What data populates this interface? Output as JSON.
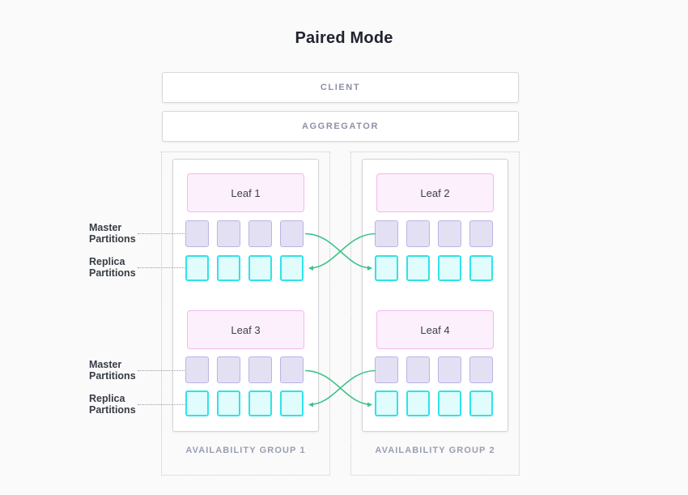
{
  "title": "Paired Mode",
  "tiers": {
    "client": "CLIENT",
    "aggregator": "AGGREGATOR"
  },
  "row_labels": {
    "master": "Master Partitions",
    "replica": "Replica Partitions"
  },
  "groups": [
    {
      "label": "AVAILABILITY GROUP 1",
      "leaves": [
        {
          "name": "Leaf 1"
        },
        {
          "name": "Leaf 3"
        }
      ]
    },
    {
      "label": "AVAILABILITY GROUP 2",
      "leaves": [
        {
          "name": "Leaf 2"
        },
        {
          "name": "Leaf 4"
        }
      ]
    }
  ],
  "partitions_per_row": 4,
  "replication": "master partitions of each leaf replicate to replica partitions of the paired leaf in the other availability group",
  "colors": {
    "background": "#fafafa",
    "box_border": "#d7d7dd",
    "tier_label": "#8d91a6",
    "group_border": "#c8c8cf",
    "group_label": "#9a9eb1",
    "leaf_fill": "#fcf0fc",
    "leaf_border": "#f3b8ef",
    "master_fill": "#e4e0f4",
    "master_border": "#bcb2e6",
    "replica_fill": "#e0fcfc",
    "replica_border": "#2ee3e9",
    "arrow": "#3fc389",
    "label_text": "#373c45",
    "title_text": "#21242f"
  }
}
